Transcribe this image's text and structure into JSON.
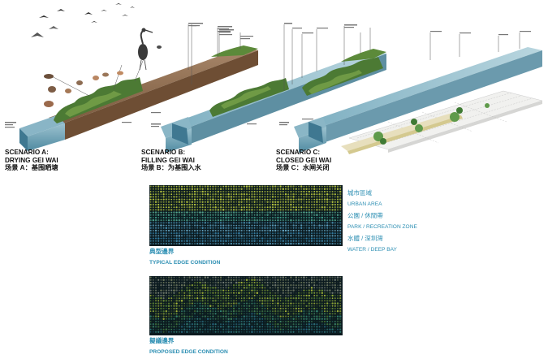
{
  "scenarios": [
    {
      "id": "a",
      "title_line1": "SCENARIO A:",
      "title_line2": "DRYING GEI WAI",
      "title_zh": "场景 A：基围晒塘"
    },
    {
      "id": "b",
      "title_line1": "SCENARIO B:",
      "title_line2": "FILLING GEI WAI",
      "title_zh": "场景 B：为基围入水"
    },
    {
      "id": "c",
      "title_line1": "SCENARIO C:",
      "title_line2": "CLOSED GEI WAI",
      "title_zh": "场景 C：水闸关闭"
    }
  ],
  "legend": [
    {
      "zh": "城市區域",
      "en": "URBAN AREA"
    },
    {
      "zh": "公園 / 休閒帶",
      "en": "PARK / RECREATION ZONE"
    },
    {
      "zh": "水體 / 深圳灣",
      "en": "WATER / DEEP BAY"
    }
  ],
  "typical": {
    "zh": "典型邊界",
    "en": "TYPICAL EDGE CONDITION"
  },
  "proposed": {
    "zh": "擬議邊界",
    "en": "PROPOSED EDGE CONDITION"
  },
  "colors": {
    "urban": "#b7c53a",
    "park": "#3f9f8c",
    "water": "#2f7ea6",
    "caption": "#2d8fb3",
    "soil": "#8b6a4a",
    "vegetation": "#4c7a34",
    "pond_water": "#8fb8c8"
  }
}
